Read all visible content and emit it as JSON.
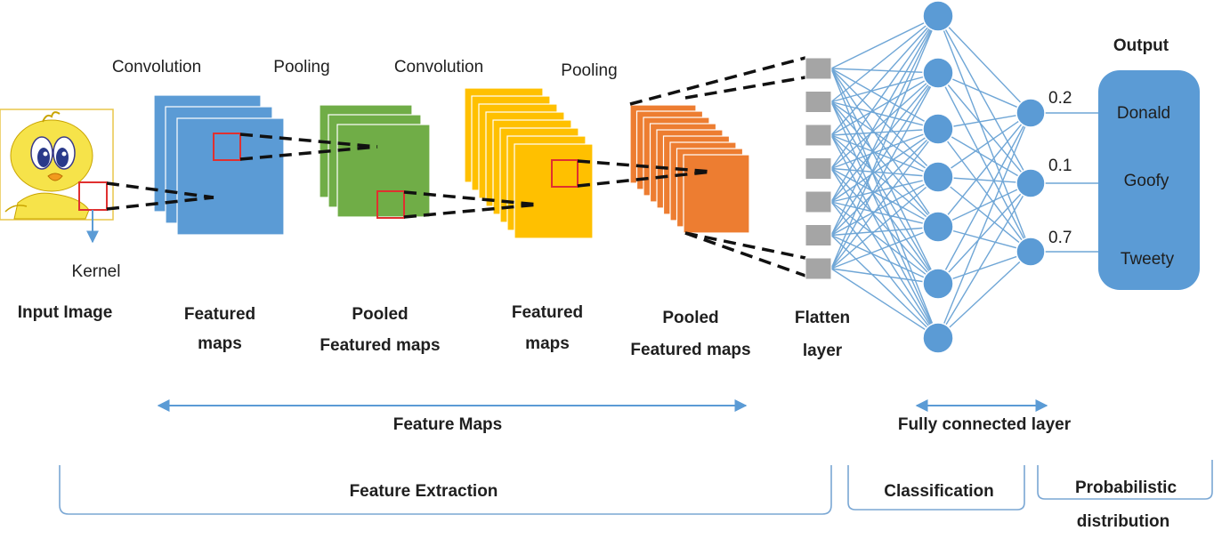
{
  "labels": {
    "conv1": "Convolution",
    "pool1": "Pooling",
    "conv2": "Convolution",
    "pool2": "Pooling",
    "kernel": "Kernel",
    "input_image": "Input Image",
    "featured_maps_1": [
      "Featured",
      "maps"
    ],
    "pooled_featured_maps_1": [
      "Pooled",
      "Featured maps"
    ],
    "featured_maps_2": [
      "Featured",
      "maps"
    ],
    "pooled_featured_maps_2": [
      "Pooled",
      "Featured maps"
    ],
    "flatten_layer": [
      "Flatten",
      "layer"
    ],
    "output": "Output",
    "feature_maps": "Feature Maps",
    "fully_connected_layer": "Fully connected layer",
    "feature_extraction": "Feature Extraction",
    "classification": "Classification",
    "probabilistic_distribution": [
      "Probabilistic",
      "distribution"
    ]
  },
  "outputs": [
    {
      "class": "Donald",
      "probability": "0.2"
    },
    {
      "class": "Goofy",
      "probability": "0.1"
    },
    {
      "class": "Tweety",
      "probability": "0.7"
    }
  ],
  "network": {
    "flatten_units": 7,
    "hidden_units": 7,
    "output_units": 3
  },
  "colors": {
    "conv1_maps": "#5b9bd5",
    "pool1_maps": "#70ad47",
    "conv2_maps": "#ffc000",
    "pool2_maps": "#ed7d31",
    "flatten_units": "#a5a5a5",
    "neurons": "#5b9bd5",
    "output_box": "#5b9bd5",
    "kernel_box": "#e03030",
    "arrows": "#5b9bd5"
  }
}
